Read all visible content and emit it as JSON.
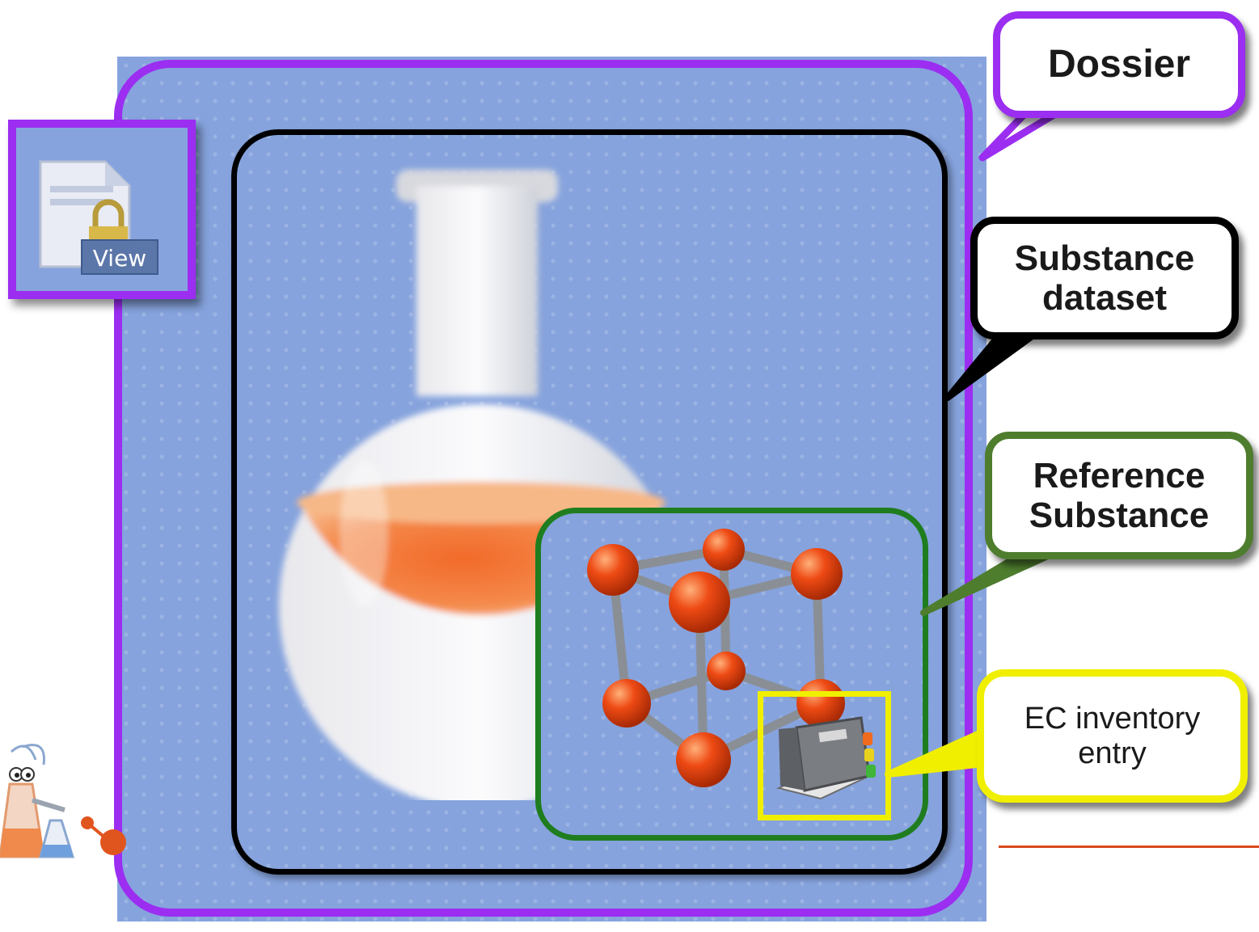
{
  "callouts": {
    "dossier": "Dossier",
    "substance_dataset": "Substance\ndataset",
    "reference_substance": "Reference\nSubstance",
    "ec_inventory_entry": "EC inventory\nentry"
  },
  "view_icon": {
    "label": "View",
    "icon": "document-lock-icon"
  },
  "icons": {
    "flask": "flask-icon",
    "molecule": "molecule-cube-icon",
    "book": "book-icon",
    "mascot": "chemistry-mascot-icon"
  },
  "colors": {
    "dossier": "#9b2ef0",
    "substance_dataset": "#000000",
    "reference_substance": "#1f7d1f",
    "ec_inventory_entry": "#f0ef00",
    "panel": "#86a3dd",
    "accent_line": "#d94a1e"
  }
}
